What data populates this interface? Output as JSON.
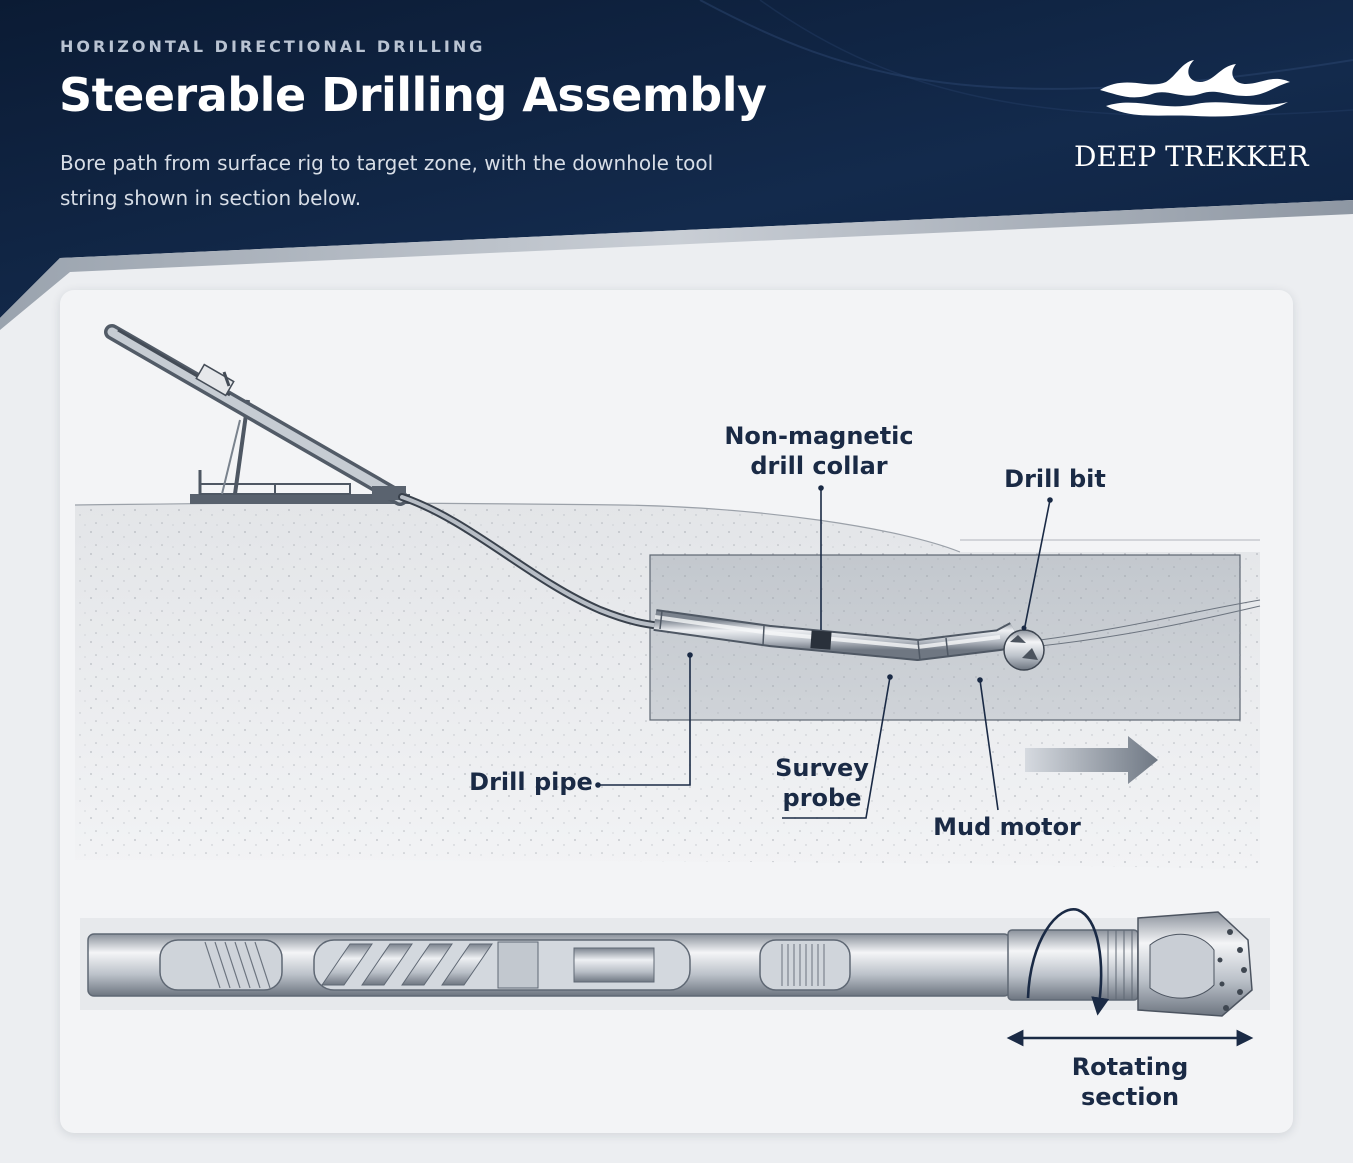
{
  "header": {
    "eyebrow": "HORIZONTAL DIRECTIONAL DRILLING",
    "title": "Steerable Drilling Assembly",
    "subtitle": "Bore path from surface rig to target zone, with the downhole tool string shown in section below."
  },
  "brand": {
    "name": "DEEP TREKKER",
    "logo_icon": "wave-logo-icon"
  },
  "labels": {
    "collar_line1": "Non-magnetic",
    "collar_line2": "drill collar",
    "drill_bit": "Drill bit",
    "drill_pipe": "Drill pipe",
    "survey_line1": "Survey",
    "survey_line2": "probe",
    "mud_motor": "Mud motor",
    "rotating_line1": "Rotating",
    "rotating_line2": "section"
  },
  "icons": {
    "direction": "arrow-right-icon",
    "rotation": "rotation-arrow-icon",
    "span": "double-arrow-icon"
  },
  "colors": {
    "header_navy": "#0f2240",
    "label_navy": "#1a2a45",
    "steel": "#a9b0ba"
  }
}
